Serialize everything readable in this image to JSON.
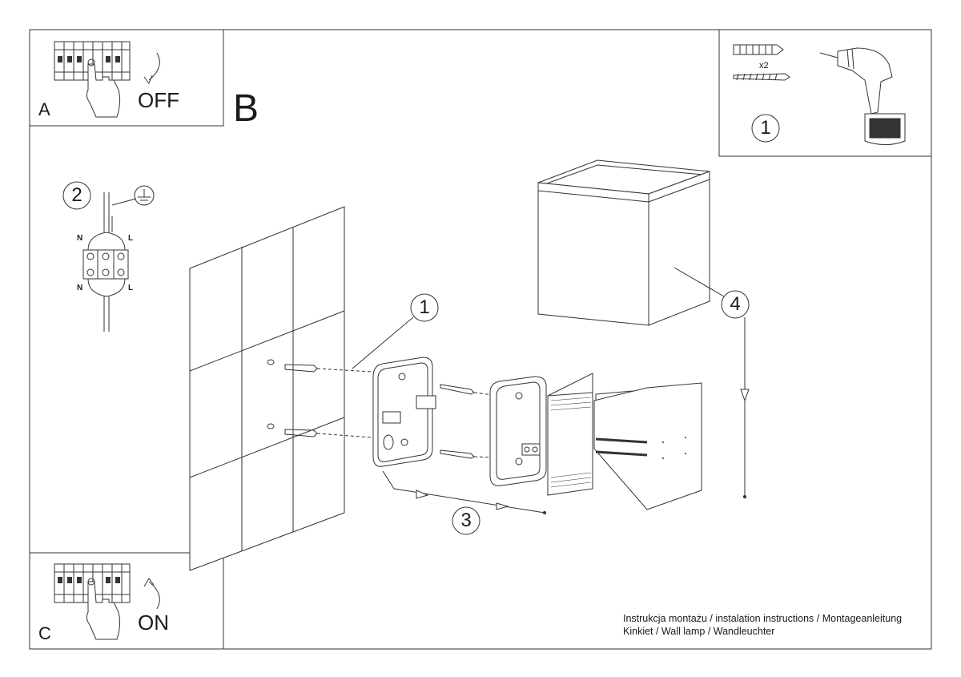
{
  "panels": {
    "a": {
      "letter": "A",
      "state": "OFF"
    },
    "b": {
      "letter": "B"
    },
    "c": {
      "letter": "C",
      "state": "ON"
    }
  },
  "steps": {
    "tools": "1",
    "wiring": "2",
    "mount_plate": "1",
    "fasten": "3",
    "shade": "4"
  },
  "hardware": {
    "quantity": "x2"
  },
  "wiring": {
    "neutral": "N",
    "live": "L"
  },
  "footer": {
    "line1": "Instrukcja montażu / instalation instructions / Montageanleitung",
    "line2": "Kinkiet / Wall lamp / Wandleuchter"
  }
}
